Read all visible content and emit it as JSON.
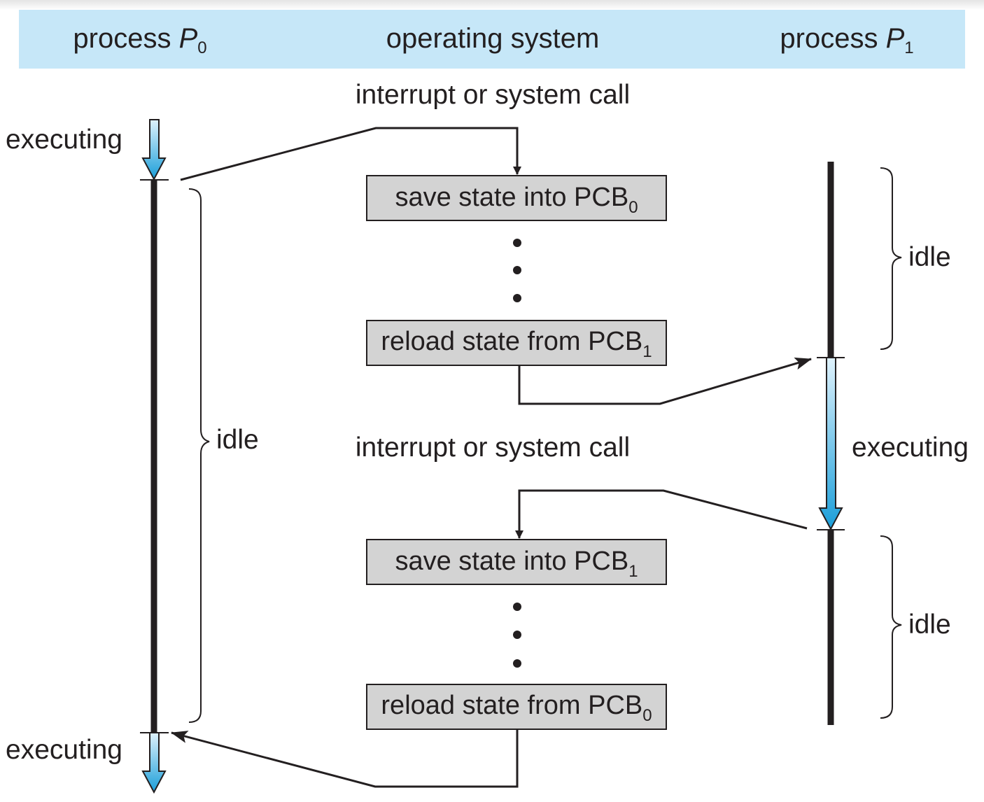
{
  "header": {
    "col_p0_prefix": "process ",
    "col_p0_var": "P",
    "col_p0_sub": "0",
    "col_os": "operating system",
    "col_p1_prefix": "process ",
    "col_p1_var": "P",
    "col_p1_sub": "1"
  },
  "labels": {
    "interrupt_1": "interrupt or system call",
    "interrupt_2": "interrupt or system call",
    "p0_executing_top": "executing",
    "p0_idle": "idle",
    "p0_executing_bottom": "executing",
    "p1_idle_top": "idle",
    "p1_executing": "executing",
    "p1_idle_bottom": "idle",
    "dots": "•"
  },
  "boxes": [
    {
      "text": "save state into PCB",
      "sub": "0"
    },
    {
      "text": "reload state from PCB",
      "sub": "1"
    },
    {
      "text": "save state into PCB",
      "sub": "1"
    },
    {
      "text": "reload state from PCB",
      "sub": "0"
    }
  ],
  "colors": {
    "header_band": "#c6e7f8",
    "box_fill": "#d3d3d3",
    "line": "#231f20",
    "arrow_light": "#dff2fc",
    "arrow_dark": "#1a9ed9"
  }
}
